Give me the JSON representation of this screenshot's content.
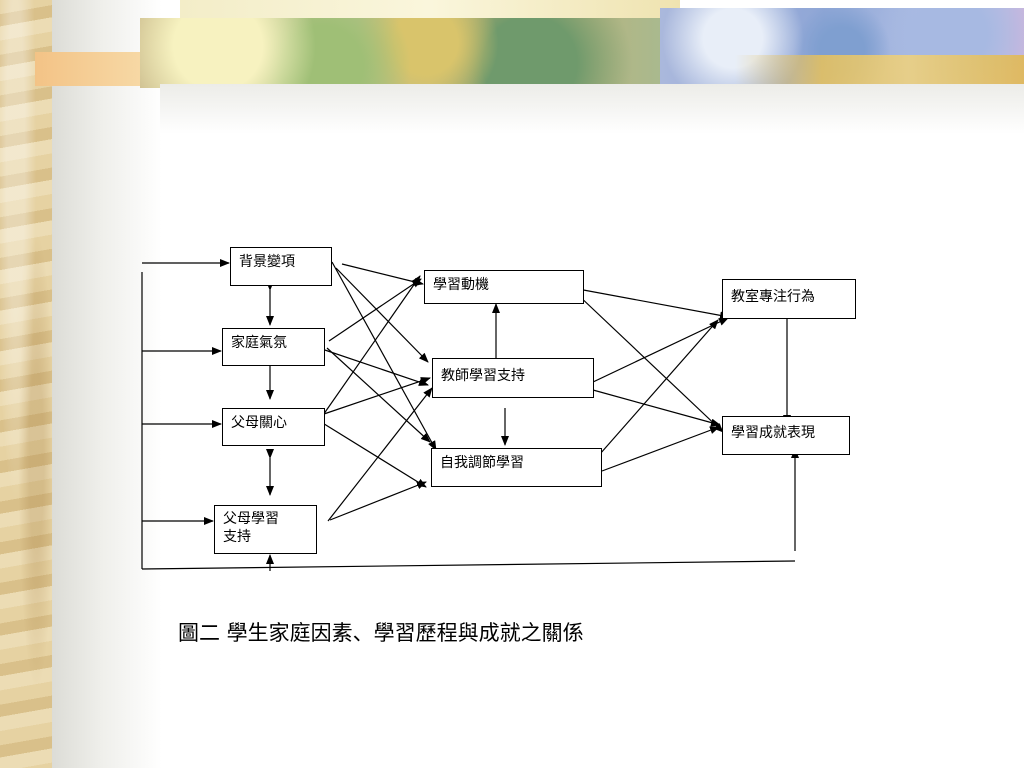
{
  "nodes": {
    "background_variables": "背景變項",
    "family_climate": "家庭氣氛",
    "parental_care": "父母關心",
    "parental_learning_support": "父母學習\n支持",
    "learning_motivation": "學習動機",
    "teacher_learning_support": "教師學習支持",
    "self_regulated_learning": "自我調節學習",
    "classroom_attention": "教室專注行為",
    "learning_achievement": "學習成就表現"
  },
  "caption": "圖二  學生家庭因素、學習歷程與成就之關係"
}
